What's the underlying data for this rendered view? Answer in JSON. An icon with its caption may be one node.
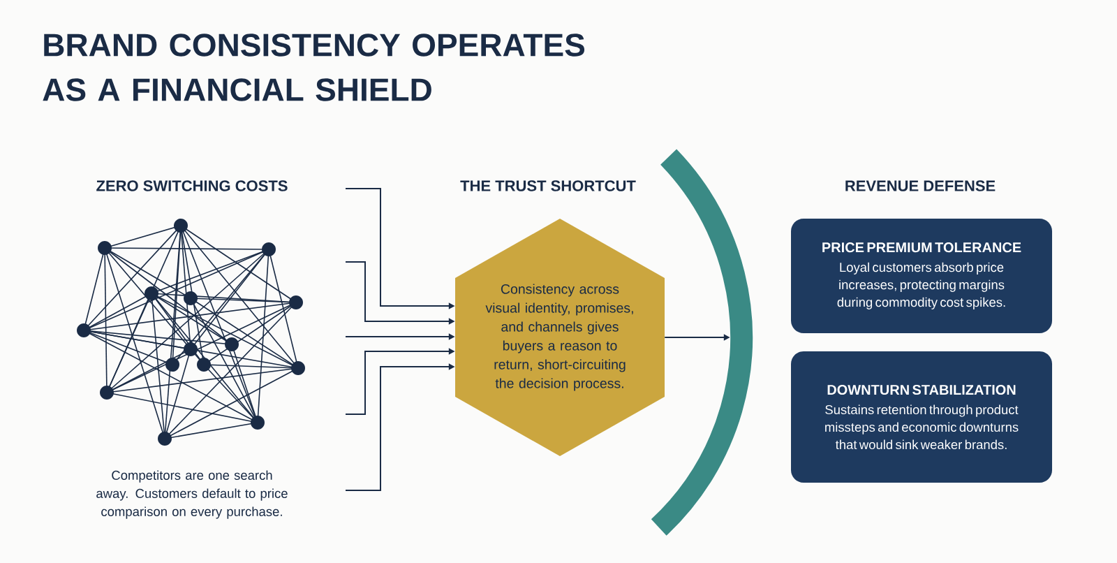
{
  "diagram": {
    "title": "BRAND CONSISTENCY OPERATES AS A FINANCIAL SHIELD",
    "nodes": [
      {
        "text": [
          "THE TRUST SHORTCUT",
          "Consistency across visual identity, promises, and channels gives buyers a reason to return, short-circuiting the decision process."
        ]
      },
      {
        "text": [],
        "shape": "arc"
      },
      {
        "text": [
          "PRICE PREMIUM TOLERANCE",
          "Loyal customers absorb price increases, protecting margins during commodity cost spikes."
        ]
      },
      {
        "text": [
          "DOWNTURN STABILIZATION",
          "Sustains retention through product missteps and economic downturns that would sink weaker brands."
        ]
      }
    ],
    "edges": [
      {
        "from": null,
        "to": 0,
        "arrow": "to"
      },
      {
        "from": null,
        "to": 0,
        "arrow": "to"
      },
      {
        "from": null,
        "to": 0,
        "arrow": "to"
      },
      {
        "from": null,
        "to": 0,
        "arrow": "to"
      },
      {
        "from": null,
        "to": 0,
        "arrow": "to"
      },
      {
        "from": 0,
        "to": 1,
        "arrow": "to"
      }
    ],
    "labels": [
      "ZERO SWITCHING COSTS",
      "REVENUE DEFENSE",
      "Competitors are one search away. Customers default to price comparison on every purchase."
    ]
  }
}
